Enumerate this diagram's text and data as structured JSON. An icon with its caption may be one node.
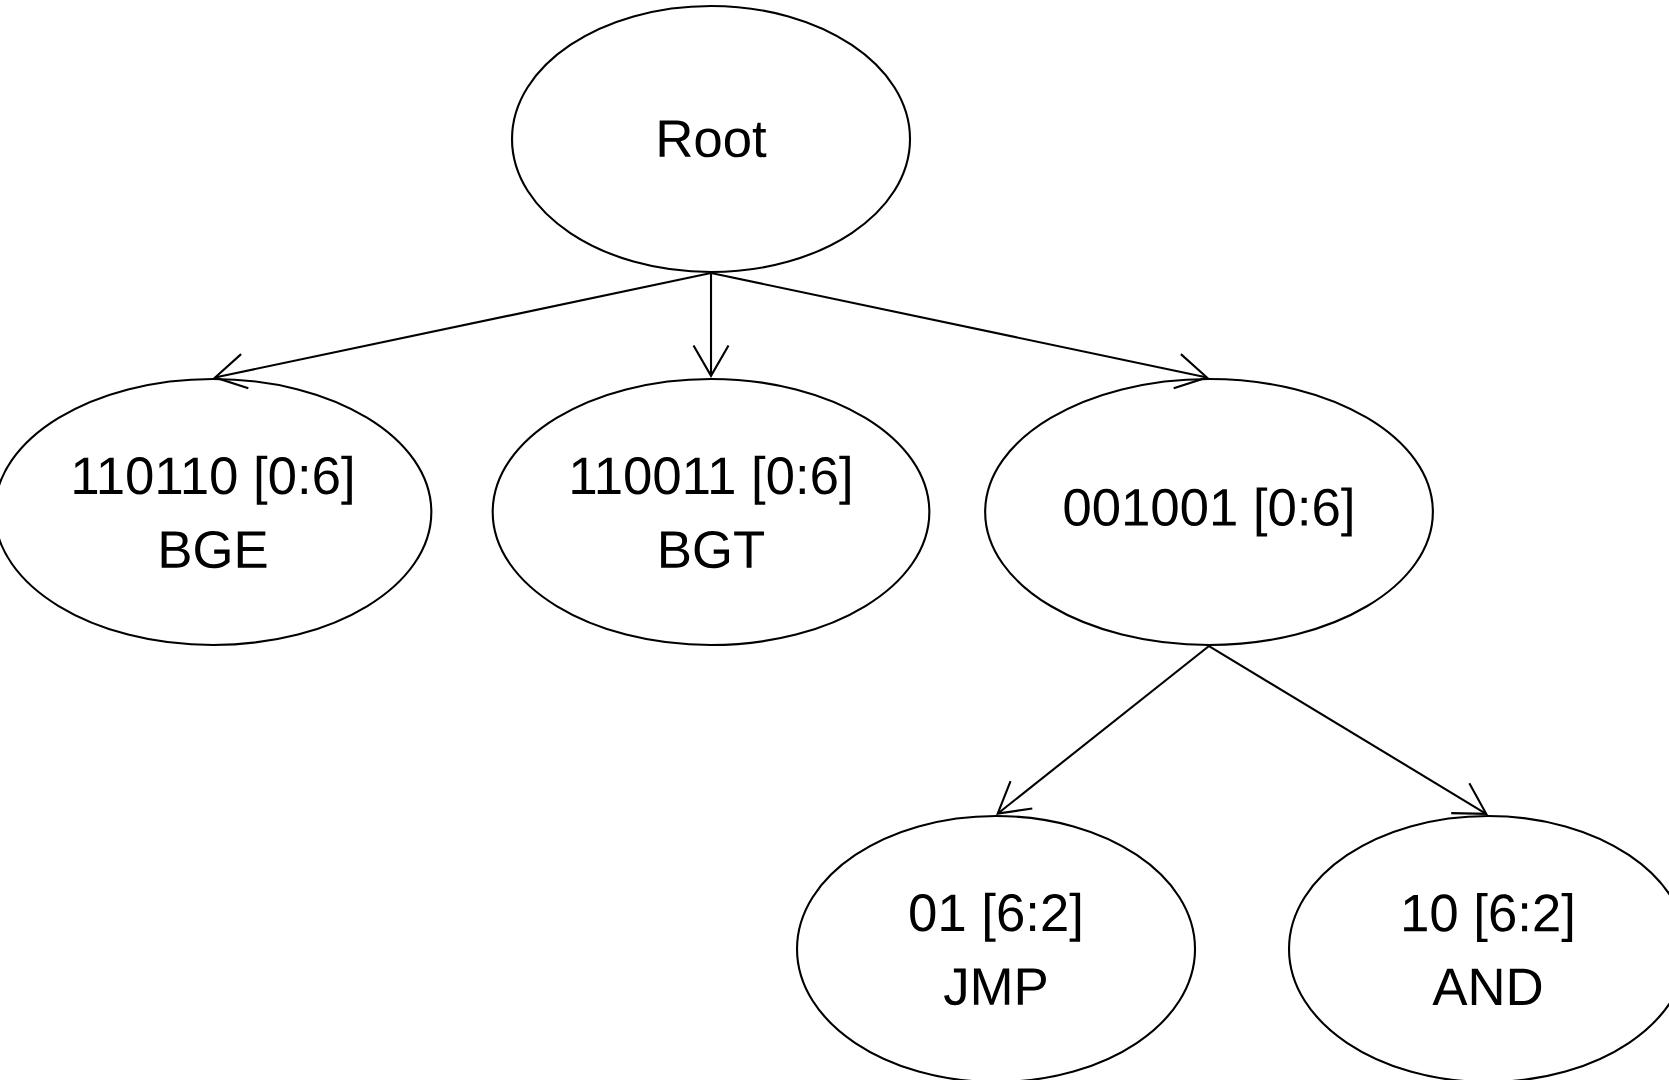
{
  "diagram": {
    "nodes": [
      {
        "text": [
          "Root"
        ]
      },
      {
        "text": [
          "110110 [0:6]",
          "BGE"
        ]
      },
      {
        "text": [
          "110011 [0:6]",
          "BGT"
        ]
      },
      {
        "text": [
          "001001 [0:6]"
        ]
      },
      {
        "text": [
          "01 [6:2]",
          "JMP"
        ]
      },
      {
        "text": [
          "10 [6:2]",
          "AND"
        ]
      }
    ],
    "edges": [
      {
        "from": 0,
        "to": 1,
        "arrow": "to"
      },
      {
        "from": 0,
        "to": 2,
        "arrow": "to"
      },
      {
        "from": 0,
        "to": 3,
        "arrow": "to"
      },
      {
        "from": 3,
        "to": 4,
        "arrow": "to"
      },
      {
        "from": 3,
        "to": 5,
        "arrow": "to"
      }
    ]
  }
}
